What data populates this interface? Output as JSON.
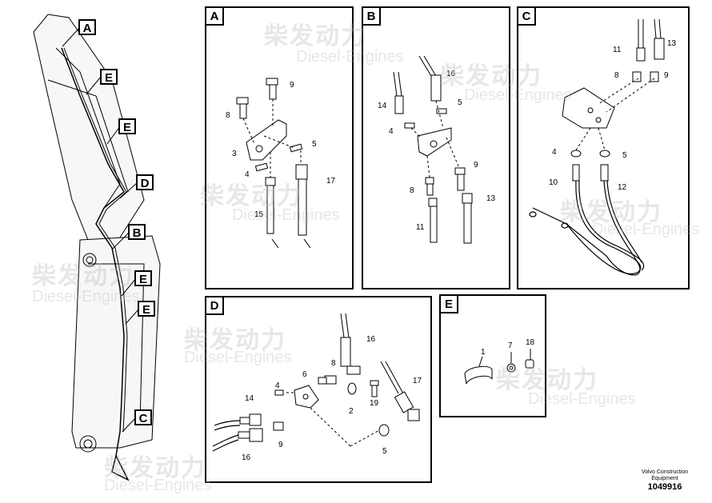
{
  "watermark": {
    "cn": "柴发动力",
    "en": "Diesel-Engines"
  },
  "callouts": {
    "A": "A",
    "B": "B",
    "C": "C",
    "D": "D",
    "E": "E"
  },
  "panels": {
    "A": {
      "label": "A",
      "nums": {
        "n9": "9",
        "n8": "8",
        "n3": "3",
        "n5": "5",
        "n4": "4",
        "n17": "17",
        "n15": "15"
      }
    },
    "B": {
      "label": "B",
      "nums": {
        "n16": "16",
        "n14": "14",
        "n5": "5",
        "n4": "4",
        "n9": "9",
        "n8": "8",
        "n13": "13",
        "n11": "11"
      }
    },
    "C": {
      "label": "C",
      "nums": {
        "n11": "11",
        "n13": "13",
        "n8": "8",
        "n9": "9",
        "n4": "4",
        "n5": "5",
        "n10": "10",
        "n12": "12"
      }
    },
    "D": {
      "label": "D",
      "nums": {
        "n16a": "16",
        "n8": "8",
        "n6": "6",
        "n17": "17",
        "n4": "4",
        "n14": "14",
        "n2": "2",
        "n19": "19",
        "n9": "9",
        "n16b": "16",
        "n5": "5"
      }
    },
    "E": {
      "label": "E",
      "nums": {
        "n1": "1",
        "n7": "7",
        "n18": "18"
      }
    }
  },
  "footer": {
    "line1": "Volvo Construction",
    "line2": "Equipment",
    "doc": "1049916"
  }
}
